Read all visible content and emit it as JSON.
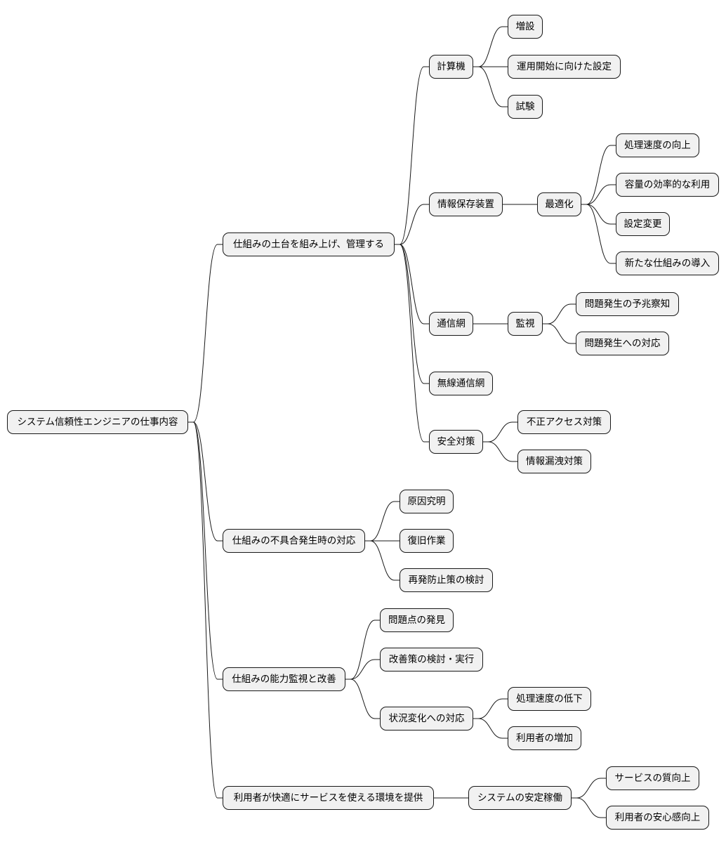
{
  "mindmap": {
    "root": {
      "label": "システム信頼性エンジニアの仕事内容",
      "children": [
        {
          "label": "仕組みの土台を組み上げ、管理する",
          "children": [
            {
              "label": "計算機",
              "children": [
                {
                  "label": "増設"
                },
                {
                  "label": "運用開始に向けた設定"
                },
                {
                  "label": "試験"
                }
              ]
            },
            {
              "label": "情報保存装置",
              "children": [
                {
                  "label": "最適化",
                  "children": [
                    {
                      "label": "処理速度の向上"
                    },
                    {
                      "label": "容量の効率的な利用"
                    },
                    {
                      "label": "設定変更"
                    },
                    {
                      "label": "新たな仕組みの導入"
                    }
                  ]
                }
              ]
            },
            {
              "label": "通信網",
              "children": [
                {
                  "label": "監視",
                  "children": [
                    {
                      "label": "問題発生の予兆察知"
                    },
                    {
                      "label": "問題発生への対応"
                    }
                  ]
                }
              ]
            },
            {
              "label": "無線通信網"
            },
            {
              "label": "安全対策",
              "children": [
                {
                  "label": "不正アクセス対策"
                },
                {
                  "label": "情報漏洩対策"
                }
              ]
            }
          ]
        },
        {
          "label": "仕組みの不具合発生時の対応",
          "children": [
            {
              "label": "原因究明"
            },
            {
              "label": "復旧作業"
            },
            {
              "label": "再発防止策の検討"
            }
          ]
        },
        {
          "label": "仕組みの能力監視と改善",
          "children": [
            {
              "label": "問題点の発見"
            },
            {
              "label": "改善策の検討・実行"
            },
            {
              "label": "状況変化への対応",
              "children": [
                {
                  "label": "処理速度の低下"
                },
                {
                  "label": "利用者の増加"
                }
              ]
            }
          ]
        },
        {
          "label": "利用者が快適にサービスを使える環境を提供",
          "children": [
            {
              "label": "システムの安定稼働",
              "children": [
                {
                  "label": "サービスの質向上"
                },
                {
                  "label": "利用者の安心感向上"
                }
              ]
            }
          ]
        }
      ]
    }
  }
}
